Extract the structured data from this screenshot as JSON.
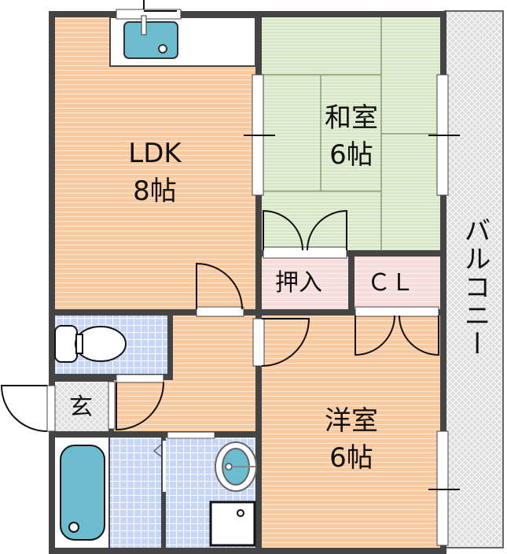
{
  "rooms": {
    "ldk": {
      "name": "LDK",
      "size": "8帖"
    },
    "washitsu": {
      "name": "和室",
      "size": "6帖"
    },
    "oshiire": {
      "name": "押入"
    },
    "closet": {
      "name": "ＣＬ"
    },
    "balcony": {
      "name": "バルコニー"
    },
    "genkan": {
      "name": "玄"
    },
    "youshitsu": {
      "name": "洋室",
      "size": "6帖"
    }
  },
  "colors": {
    "floor": "#f9c9a0",
    "tatami": "#d8e8c6",
    "tile": "#c7d6f7",
    "closet": "#f7dcdc",
    "fixture": "#6cbcd0",
    "wall": "#444444"
  }
}
